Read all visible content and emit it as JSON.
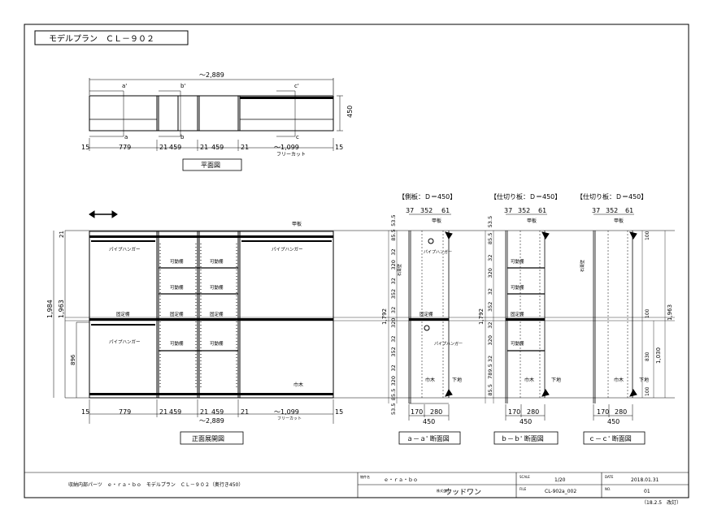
{
  "title": "モデルプラン　ＣＬ－９０２",
  "plan": {
    "overall": "～2,889",
    "depth": "450",
    "dims": [
      "15",
      "779",
      "21",
      "459",
      "21",
      "459",
      "21",
      "～1,099",
      "15"
    ],
    "free_cut": "フリーカット",
    "label": "平面図",
    "markers": [
      "a'",
      "b'",
      "c'",
      "a",
      "b",
      "c"
    ]
  },
  "elevation": {
    "height_total": "1,984",
    "height_upper": "1,963",
    "height_top": "21",
    "height_low": "896",
    "dims": [
      "15",
      "779",
      "21",
      "459",
      "21",
      "459",
      "21",
      "～1,099",
      "15"
    ],
    "overall": "～2,889",
    "free_cut": "フリーカット",
    "label": "正面展開図",
    "pipe": "パイプハンガー",
    "movable_shelf": "可動棚",
    "fixed_shelf": "固定棚",
    "top_board": "甲板",
    "base": "巾木"
  },
  "sections": [
    {
      "heading": "【側板：Ｄ＝450】",
      "label": "ａ－ａ' 断面図",
      "top_dims": [
        "37",
        "352",
        "61"
      ],
      "bottom_dims": [
        "170",
        "280"
      ],
      "width": "450",
      "left_dims": [
        "53.5",
        "85.5",
        "32",
        "320",
        "32",
        "352",
        "32",
        "320",
        "32",
        "352",
        "32",
        "320",
        "85.5",
        "53.5"
      ],
      "mid_height": "1,792",
      "lower_height": "",
      "top_board": "甲板",
      "base": "巾木",
      "floor": "下地",
      "pipe": "パイプハンガー",
      "fixed": "固定棚",
      "wall": "石膏壁"
    },
    {
      "heading": "【仕切り板：Ｄ＝450】",
      "label": "ｂ－ｂ' 断面図",
      "top_dims": [
        "37",
        "352",
        "61"
      ],
      "bottom_dims": [
        "170",
        "280"
      ],
      "width": "450",
      "left_dims": [
        "53.5",
        "85.5",
        "32",
        "320",
        "32",
        "352",
        "32",
        "320",
        "32",
        "789.5",
        "85.5"
      ],
      "mid_height": "1,792",
      "lower_height": "",
      "top_board": "甲板",
      "base": "巾木",
      "floor": "下地",
      "movable": "可動棚",
      "fixed": "固定棚"
    },
    {
      "heading": "【仕切り板：Ｄ＝450】",
      "label": "ｃ－ｃ' 断面図",
      "top_dims": [
        "37",
        "352",
        "61"
      ],
      "bottom_dims": [
        "170",
        "280"
      ],
      "width": "450",
      "right_dims": [
        "100",
        "100",
        "830",
        "1,030",
        "100"
      ],
      "right_height": "1,963",
      "top_board": "甲板",
      "base": "巾木",
      "floor": "下地",
      "wall": "石膏壁"
    }
  ],
  "title_block": {
    "description": "収納内部パーツ　ｅ・ｒａ・ｂｏ　モデルプラン　ＣＬ－９０２（奥行き450）",
    "project_label": "物件名",
    "project": "ｅ・ｒａ・ｂｏ",
    "company_label": "株式会社",
    "company": "ウッドワン",
    "scale_label": "SCALE",
    "scale": "1/20",
    "file_label": "FILE",
    "file": "CL-902a_002",
    "date_label": "DATE",
    "date": "2018.01.31",
    "no_label": "NO.",
    "no": "01",
    "revision": "（18.2.5　改訂）"
  }
}
